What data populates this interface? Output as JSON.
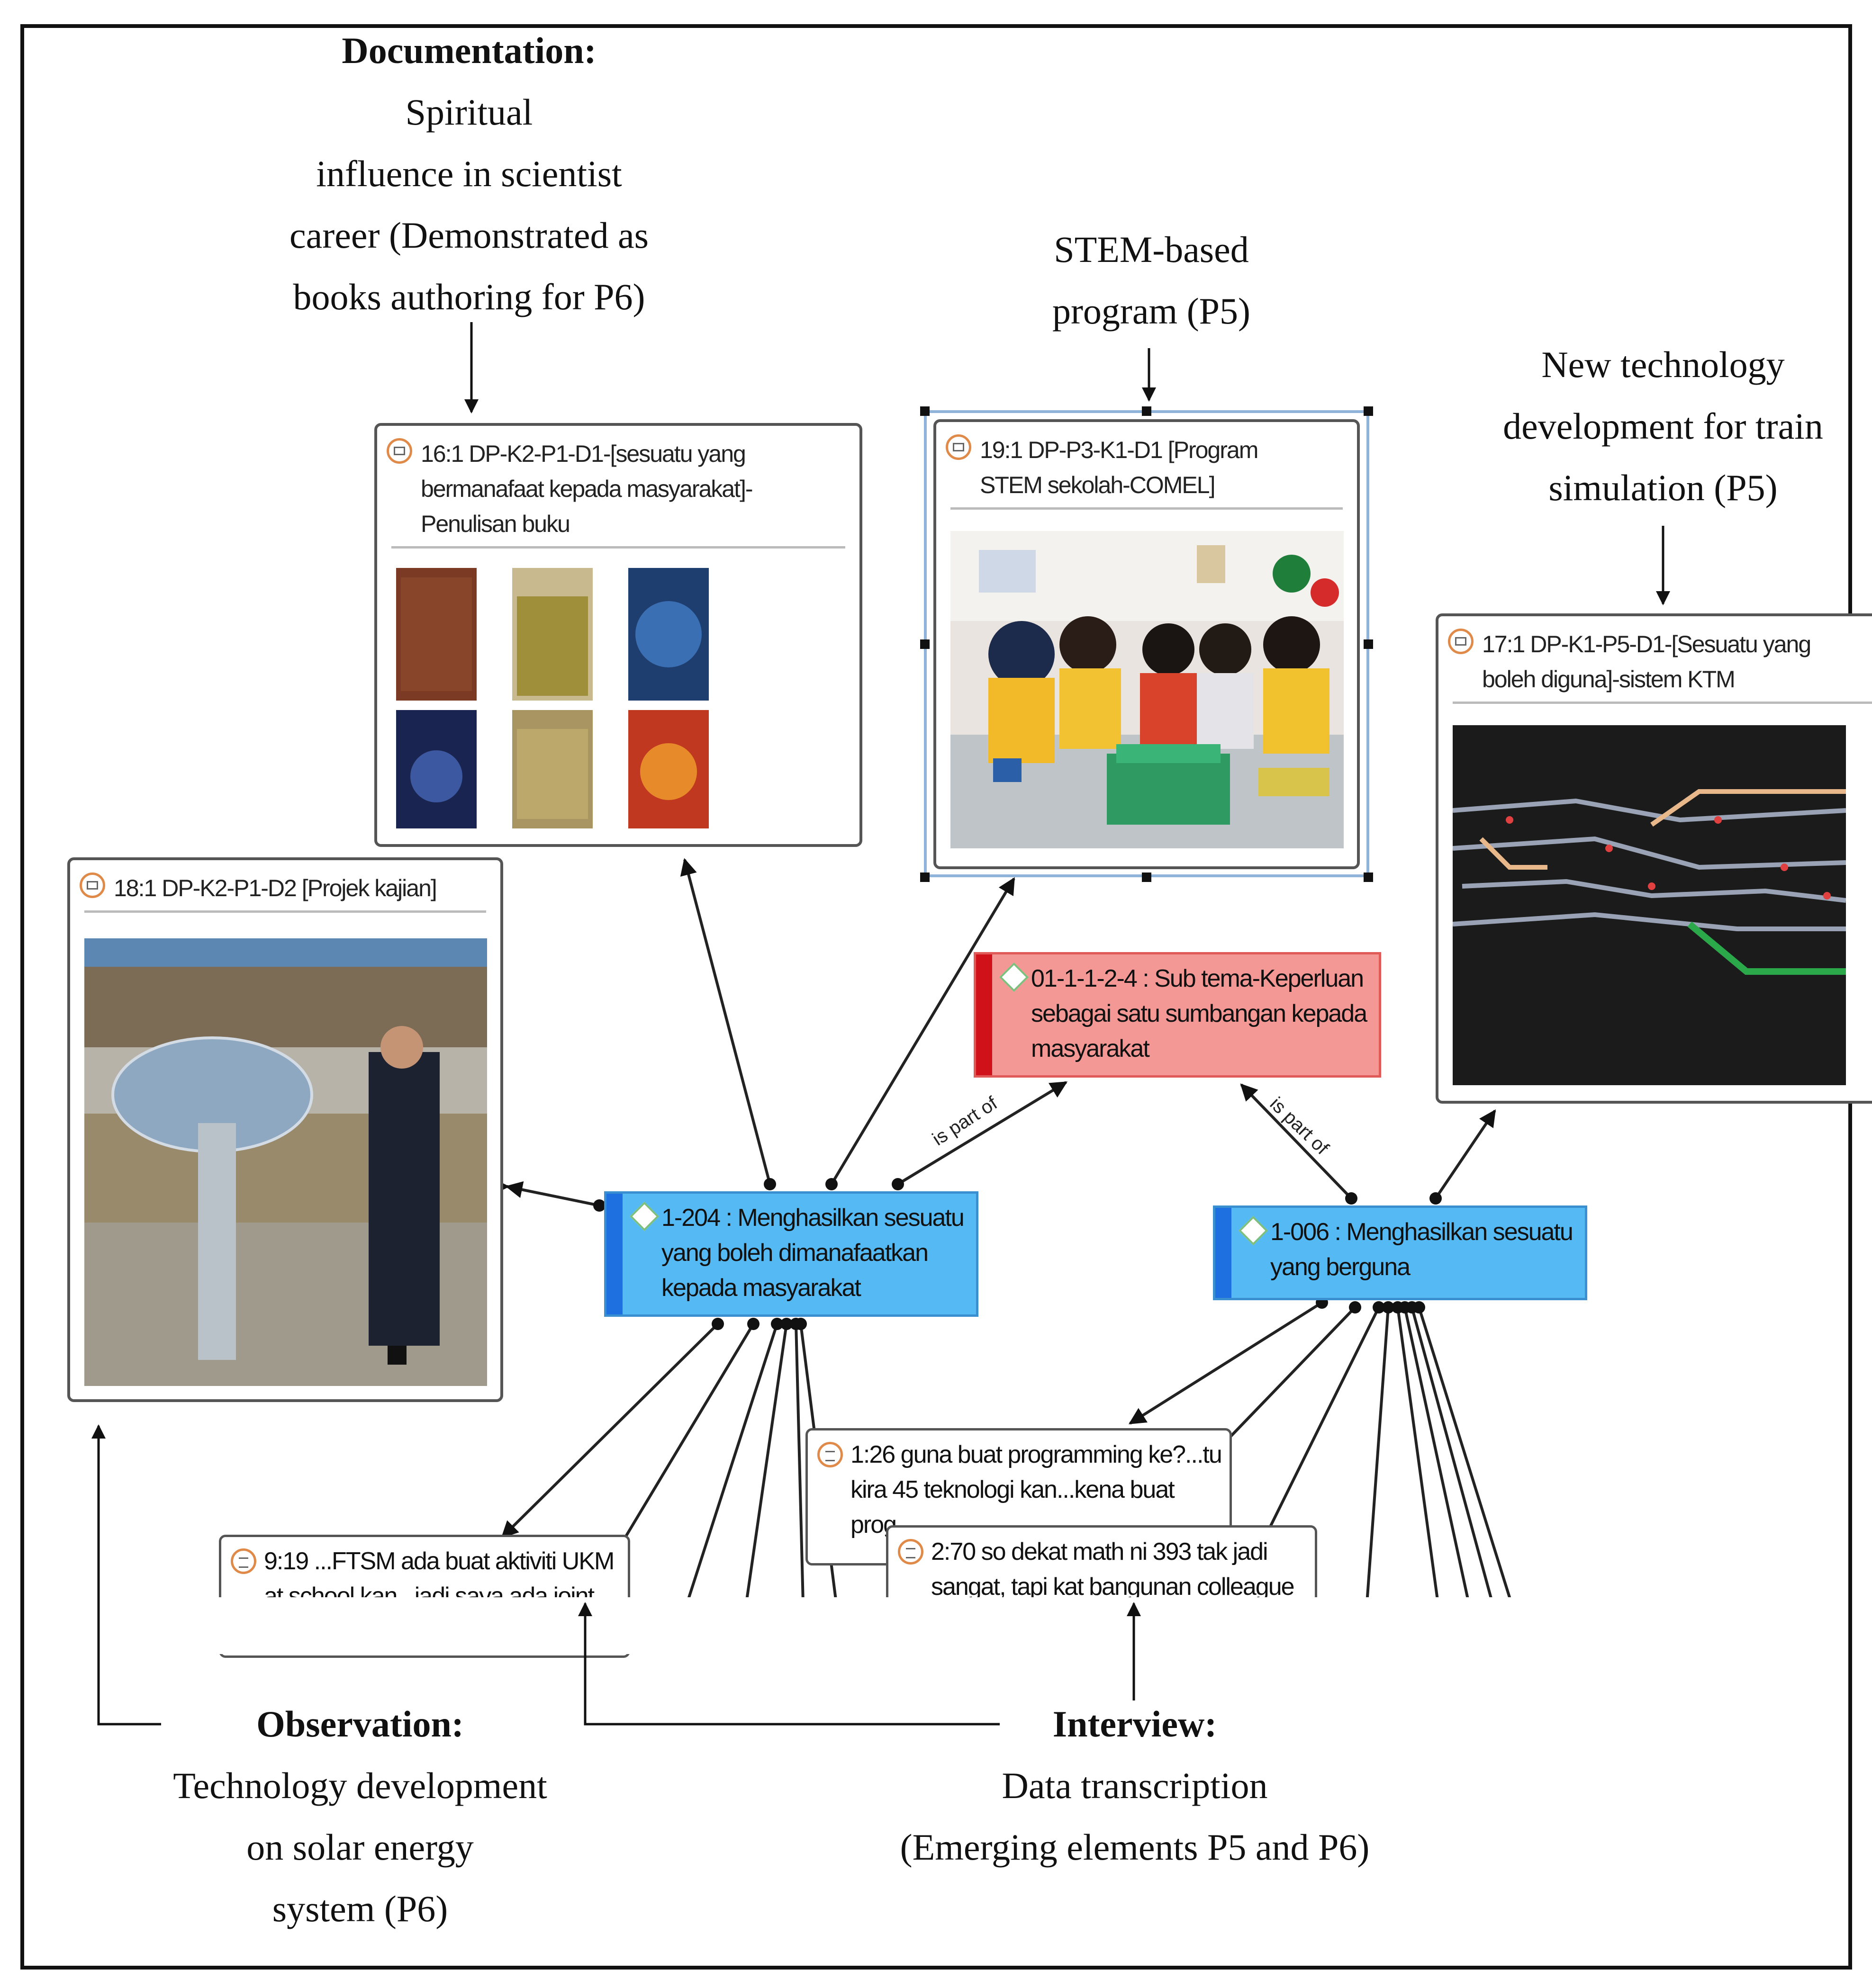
{
  "annotations": {
    "documentation": {
      "heading": "Documentation:",
      "lines": [
        "Spiritual",
        "influence in scientist",
        "career (Demonstrated as",
        "books authoring for P6)"
      ]
    },
    "stem": {
      "lines": [
        "STEM-based",
        "program (P5)"
      ]
    },
    "new_tech": {
      "lines": [
        "New technology",
        "development for train",
        "simulation (P5)"
      ]
    },
    "observation": {
      "heading": "Observation:",
      "lines": [
        "Technology development",
        "on solar energy",
        "system (P6)"
      ]
    },
    "interview": {
      "heading": "Interview:",
      "lines": [
        "Data transcription",
        "(Emerging elements P5 and P6)"
      ]
    }
  },
  "cards": {
    "books": {
      "title": "16:1 DP-K2-P1-D1-[sesuatu yang bermanafaat kepada masyarakat]- Penulisan buku",
      "icon": "image-document-icon"
    },
    "stem": {
      "title": "19:1 DP-P3-K1-D1 [Program STEM sekolah-COMEL]",
      "icon": "image-document-icon"
    },
    "ktm": {
      "title": "17:1 DP-K1-P5-D1-[Sesuatu yang boleh diguna]-sistem KTM",
      "icon": "image-document-icon"
    },
    "solar": {
      "title": "18:1 DP-K2-P1-D2 [Projek kajian]",
      "icon": "image-document-icon"
    }
  },
  "codes": {
    "theme": {
      "text": "01-1-1-2-4 : Sub tema-Keperluan sebagai satu sumbangan kepada masyarakat"
    },
    "code204": {
      "text": "1-204 : Menghasilkan sesuatu yang boleh dimanafaatkan kepada masyarakat"
    },
    "code006": {
      "text": "1-006 : Menghasilkan sesuatu yang berguna"
    }
  },
  "quotes": {
    "q919": {
      "text": "9:19 ...FTSM ada buat aktiviti UKM\nat school kan...jadi saya ada joint"
    },
    "q126": {
      "text": "1:26 guna buat programming ke?...tu\nkira  45 teknologi kan...kena buat\nprog"
    },
    "q270": {
      "text": "2:70 so dekat math ni  393 tak jadi\nsangat, tapi kat bangunan colleague"
    }
  },
  "links": {
    "left": "is part of",
    "right": "is part of"
  },
  "colors": {
    "code_blue": "#55b9f3",
    "code_blue_bar": "#1e6fe0",
    "theme_red": "#f49896",
    "theme_red_bar": "#d0111a",
    "selection": "#8fb3d9"
  }
}
